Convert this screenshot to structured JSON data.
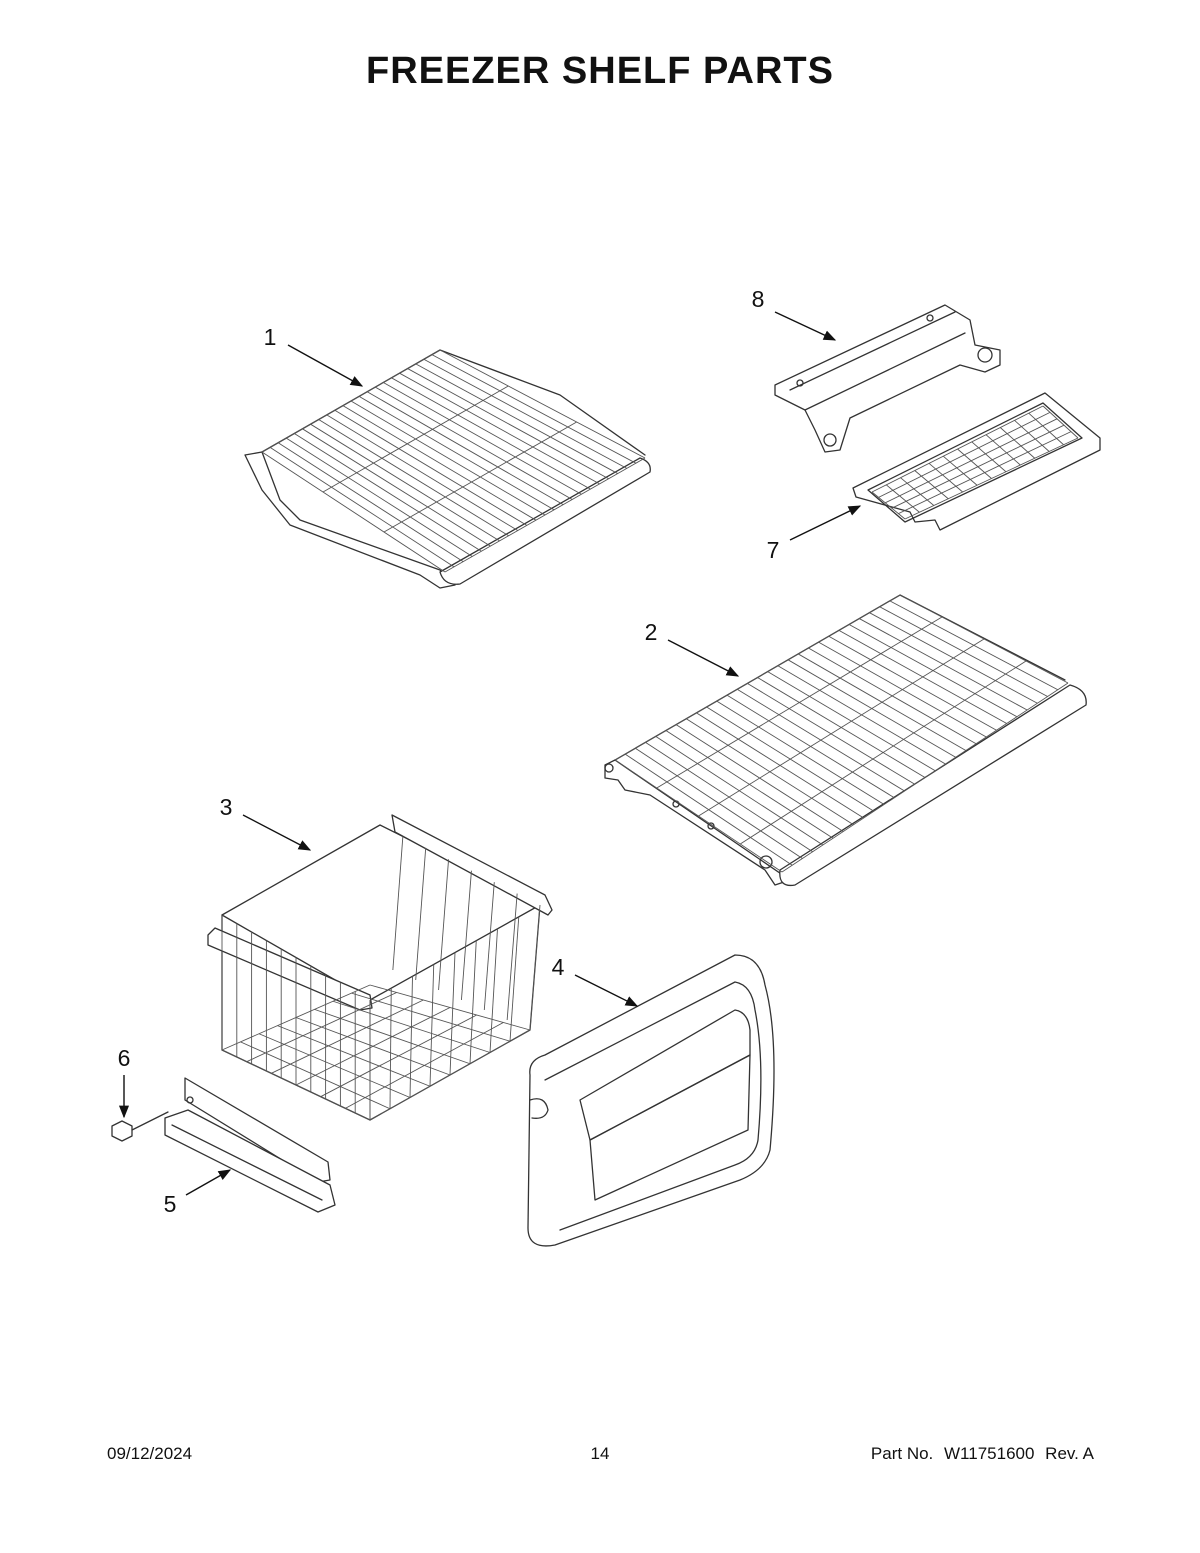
{
  "page": {
    "title": "FREEZER SHELF PARTS",
    "date": "09/12/2024",
    "page_number": "14",
    "part_label": "Part No.",
    "part_number": "W11751600",
    "revision": "Rev. A"
  },
  "callouts": [
    "1",
    "2",
    "3",
    "4",
    "5",
    "6",
    "7",
    "8"
  ]
}
